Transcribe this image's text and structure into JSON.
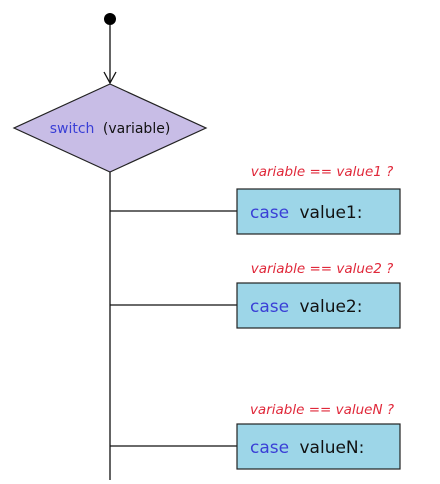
{
  "colors": {
    "keyword": "#3a3fd6",
    "text": "#111111",
    "condition": "#e0283a",
    "diamond_fill": "#c8bde6",
    "diamond_stroke": "#222222",
    "box_fill": "#9dd6e8",
    "box_stroke": "#222222",
    "line": "#111111",
    "start_node": "#000000"
  },
  "switch": {
    "keyword": "switch",
    "argument": "(variable)"
  },
  "cases": [
    {
      "condition": "variable == value1 ?",
      "keyword": "case",
      "value": "value1:"
    },
    {
      "condition": "variable == value2 ?",
      "keyword": "case",
      "value": "value2:"
    },
    {
      "condition": "variable == valueN ?",
      "keyword": "case",
      "value": "valueN:"
    }
  ]
}
